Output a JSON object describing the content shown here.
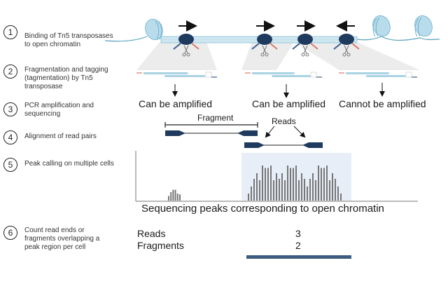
{
  "steps": [
    {
      "number": "1",
      "text": "Binding of Tn5 transposases\nto open chromatin"
    },
    {
      "number": "2",
      "text": "Fragmentation and tagging\n(tagmentation) by Tn5\ntransposase"
    },
    {
      "number": "3",
      "text": "PCR amplification and\nsequencing"
    },
    {
      "number": "4",
      "text": "Alignment of read pairs"
    },
    {
      "number": "5",
      "text": "Peak calling on multiple cells"
    },
    {
      "number": "6",
      "text": "Count read ends or\nfragments overlapping a\npeak region per cell"
    }
  ],
  "amplification": {
    "labels": [
      "Can be amplified",
      "Can be amplified",
      "Cannot be amplified"
    ]
  },
  "alignment": {
    "fragment_label": "Fragment",
    "reads_label": "Reads"
  },
  "peaks": {
    "caption": "Sequencing peaks corresponding to open chromatin",
    "small_peak": [
      0.3,
      0.55,
      0.7,
      0.7,
      0.45,
      0.4
    ],
    "big_peak": [
      0.2,
      0.4,
      0.62,
      0.78,
      0.58,
      1.0,
      0.93,
      0.93,
      1.0,
      0.58,
      0.78,
      0.62,
      0.78,
      0.58,
      1.0,
      0.93,
      0.93,
      1.0,
      0.58,
      0.78,
      0.62,
      0.4,
      0.62,
      0.78,
      0.58,
      1.0,
      0.93,
      0.93,
      1.0,
      0.58,
      0.78,
      0.62,
      0.4,
      0.2
    ]
  },
  "counts": {
    "rows": [
      {
        "label": "Reads",
        "value": "3"
      },
      {
        "label": "Fragments",
        "value": "2"
      }
    ]
  },
  "colors": {
    "dna": "#a9d3e3",
    "tn5": "#1f3a5f",
    "read": "#1f3a5f",
    "adapter_red": "#d9786c",
    "peak_bar": "#777777",
    "peak_bg": "#e7eef8",
    "count_bar": "#3d5a80"
  }
}
